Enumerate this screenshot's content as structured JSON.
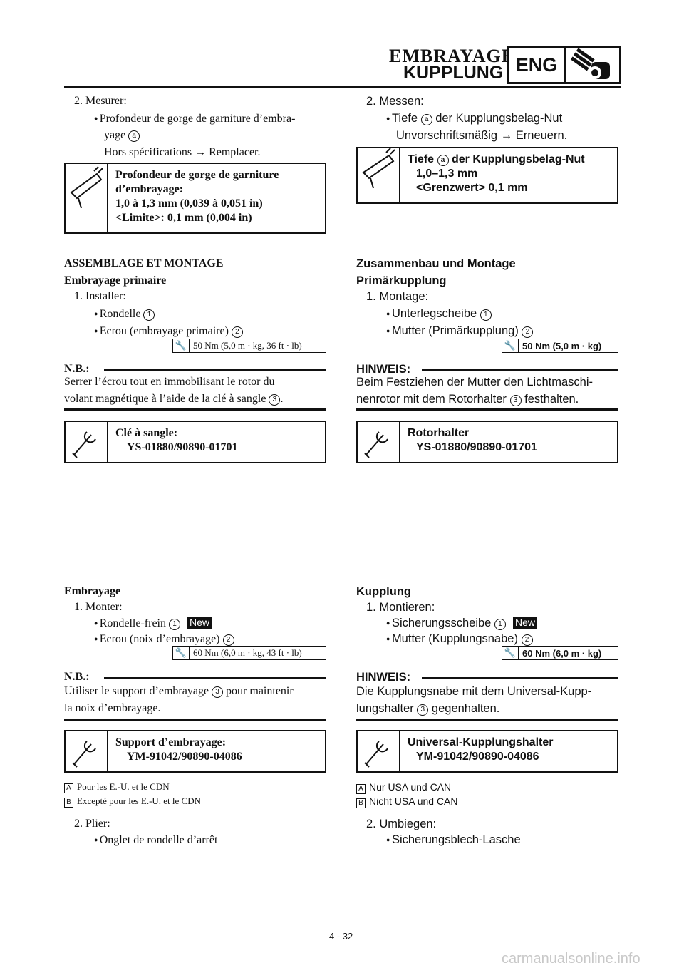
{
  "header": {
    "title_fr": "EMBRAYAGE",
    "title_de": "KUPPLUNG",
    "badge": "ENG"
  },
  "left": {
    "measure_step": "2. Mesurer:",
    "measure_b1_l1": "Profondeur de gorge de garniture d’embra-",
    "measure_b1_l2": "yage",
    "measure_b1_mark": "a",
    "measure_b1_l3": "Hors spécifications → Remplacer.",
    "spec1": [
      "Profondeur de gorge de garniture",
      "d’embrayage:",
      "1,0 à 1,3 mm (0,039 à 0,051 in)",
      "<Limite>: 0,1 mm (0,004 in)"
    ],
    "assembly_title": "ASSEMBLAGE ET MONTAGE",
    "primary_title": "Embrayage primaire",
    "install_step": "1. Installer:",
    "inst_b1": "Rondelle",
    "inst_b1_num": "1",
    "inst_b2": "Ecrou (embrayage primaire)",
    "inst_b2_num": "2",
    "torque1": "50 Nm (5,0 m · kg, 36 ft · lb)",
    "nb_label": "N.B.:",
    "nb1_l1": "Serrer l’écrou tout en immobilisant le rotor du",
    "nb1_l2": "volant magnétique à l’aide de la clé à sangle",
    "nb1_num": "3",
    "tool1": [
      "Clé à sangle:",
      "YS-01880/90890-01701"
    ],
    "clutch_title": "Embrayage",
    "mount_step": "1. Monter:",
    "mnt_b1": "Rondelle-frein",
    "mnt_b1_num": "1",
    "new_label": "New",
    "mnt_b2": "Ecrou (noix d’embrayage)",
    "mnt_b2_num": "2",
    "torque2": "60 Nm (6,0 m · kg, 43 ft · lb)",
    "nb2_l1": "Utiliser le support d’embrayage",
    "nb2_num": "3",
    "nb2_l1b": "pour maintenir",
    "nb2_l2": "la noix d’embrayage.",
    "tool2": [
      "Support d’embrayage:",
      "YM-91042/90890-04086"
    ],
    "noteA_letter": "A",
    "noteA": "Pour les E.-U. et le CDN",
    "noteB_letter": "B",
    "noteB": "Excepté pour les E.-U. et le CDN",
    "bend_step": "2. Plier:",
    "bend_b1": "Onglet de rondelle d’arrêt"
  },
  "right": {
    "measure_step": "2. Messen:",
    "measure_b1_a": "Tiefe",
    "measure_b1_mark": "a",
    "measure_b1_b": "der Kupplungsbelag-Nut",
    "measure_b1_l2": "Unvorschriftsmäßig → Erneuern.",
    "spec1_a": "Tiefe",
    "spec1_mark": "a",
    "spec1_b": "der Kupplungsbelag-Nut",
    "spec1_l2": "1,0–1,3 mm",
    "spec1_l3": "<Grenzwert> 0,1 mm",
    "assembly_title": "Zusammenbau und Montage",
    "primary_title": "Primärkupplung",
    "install_step": "1. Montage:",
    "inst_b1": "Unterlegscheibe",
    "inst_b1_num": "1",
    "inst_b2": "Mutter (Primärkupplung)",
    "inst_b2_num": "2",
    "torque1": "50 Nm (5,0 m · kg)",
    "nb_label": "HINWEIS:",
    "nb1_l1": "Beim Festziehen der Mutter den Lichtmaschi-",
    "nb1_l2": "nenrotor mit dem Rotorhalter",
    "nb1_num": "3",
    "nb1_l2b": "festhalten.",
    "tool1": [
      "Rotorhalter",
      "YS-01880/90890-01701"
    ],
    "clutch_title": "Kupplung",
    "mount_step": "1. Montieren:",
    "mnt_b1": "Sicherungsscheibe",
    "mnt_b1_num": "1",
    "new_label": "New",
    "mnt_b2": "Mutter (Kupplungsnabe)",
    "mnt_b2_num": "2",
    "torque2": "60 Nm (6,0 m · kg)",
    "nb2_l1": "Die Kupplungsnabe mit dem Universal-Kupp-",
    "nb2_l2": "lungshalter",
    "nb2_num": "3",
    "nb2_l2b": "gegenhalten.",
    "tool2": [
      "Universal-Kupplungshalter",
      "YM-91042/90890-04086"
    ],
    "noteA_letter": "A",
    "noteA": "Nur USA und CAN",
    "noteB_letter": "B",
    "noteB": "Nicht USA und CAN",
    "bend_step": "2. Umbiegen:",
    "bend_b1": "Sicherungsblech-Lasche"
  },
  "footer": {
    "page": "4 - 32",
    "watermark": "carmanualsonline.info"
  }
}
